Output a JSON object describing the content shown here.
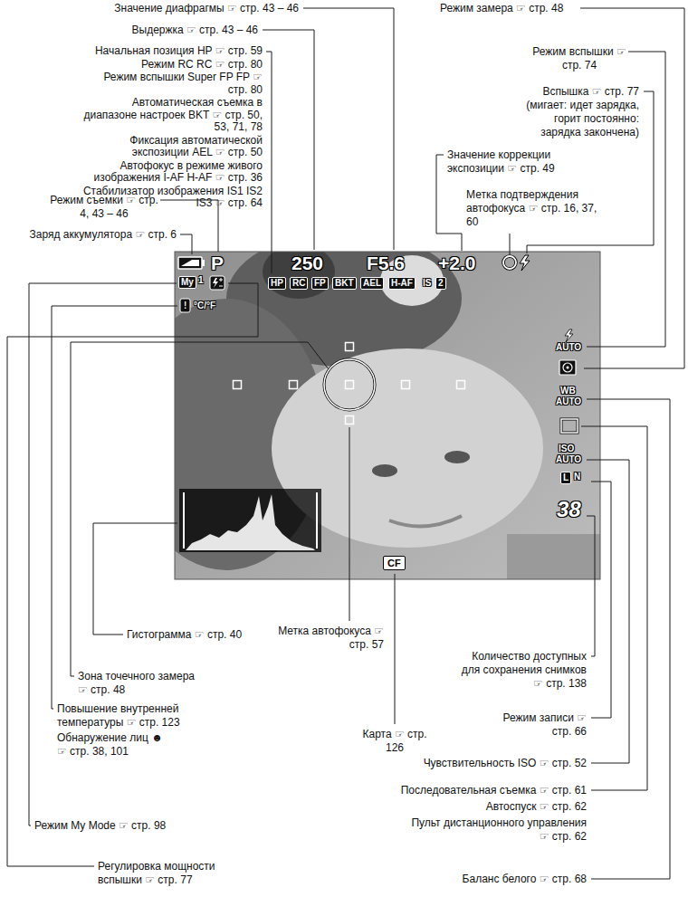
{
  "diagram": {
    "labels": [
      "Значение диафрагмы ☞ стр. 43 – 46",
      "Режим замера ☞ стр. 48",
      "Выдержка ☞ стр. 43 – 46",
      "Начальная позиция HP ☞ стр. 59",
      "Режим RC RC ☞ стр. 80",
      "Режим вспышки Super FP FP ☞ стр. 80",
      "Автоматическая съемка в диапазоне настроек BKT ☞ стр. 50, 53, 71, 78",
      "Фиксация автоматической экспозиции AEL ☞ стр. 50",
      "Автофокус в режиме живого изображения I-AF H-AF ☞ стр. 36",
      "Стабилизатор изображения IS1 IS2 IS3 ☞ стр. 64",
      "Режим съемки ☞ стр. 4, 43 – 46",
      "Заряд аккумулятора ☞ стр. 6",
      "Режим вспышки ☞ стр. 74",
      "Вспышка ☞ стр. 77 (мигает: идет зарядка, горит постоянно: зарядка закончена)",
      "Значение коррекции экспозиции ☞ стр. 49",
      "Метка подтверждения автофокуса ☞ стр. 16, 37, 60",
      "Гистограмма ☞ стр. 40",
      "Метка автофокуса ☞ стр. 57",
      "Зона точечного замера ☞ стр. 48",
      "Повышение внутренней температуры ☞ стр. 123",
      "Обнаружение лиц ☻ ☞ стр. 38, 101",
      "Режим My Mode ☞ стр. 98",
      "Регулировка мощности вспышки ☞ стр. 77",
      "Карта ☞ стр. 126",
      "Количество доступных для сохранения снимков ☞ стр. 138",
      "Режим записи ☞ стр. 66",
      "Чувствительность ISO ☞ стр. 52",
      "Последовательная съемка ☞ стр. 61",
      "Автоспуск ☞ стр. 62",
      "Пульт дистанционного управления ☞ стр. 62",
      "Баланс белого ☞ стр. 68",
      "P",
      "250",
      "F5.6",
      "+2.0",
      "My",
      "1",
      "HP",
      "RC",
      "FP",
      "BKT",
      "AEL",
      "H-AF",
      "IS",
      "2",
      "!",
      "°C/°F",
      "AUTO",
      "WB",
      "AUTO",
      "ISO",
      "AUTO",
      "L",
      "N",
      "38",
      "CF"
    ]
  }
}
